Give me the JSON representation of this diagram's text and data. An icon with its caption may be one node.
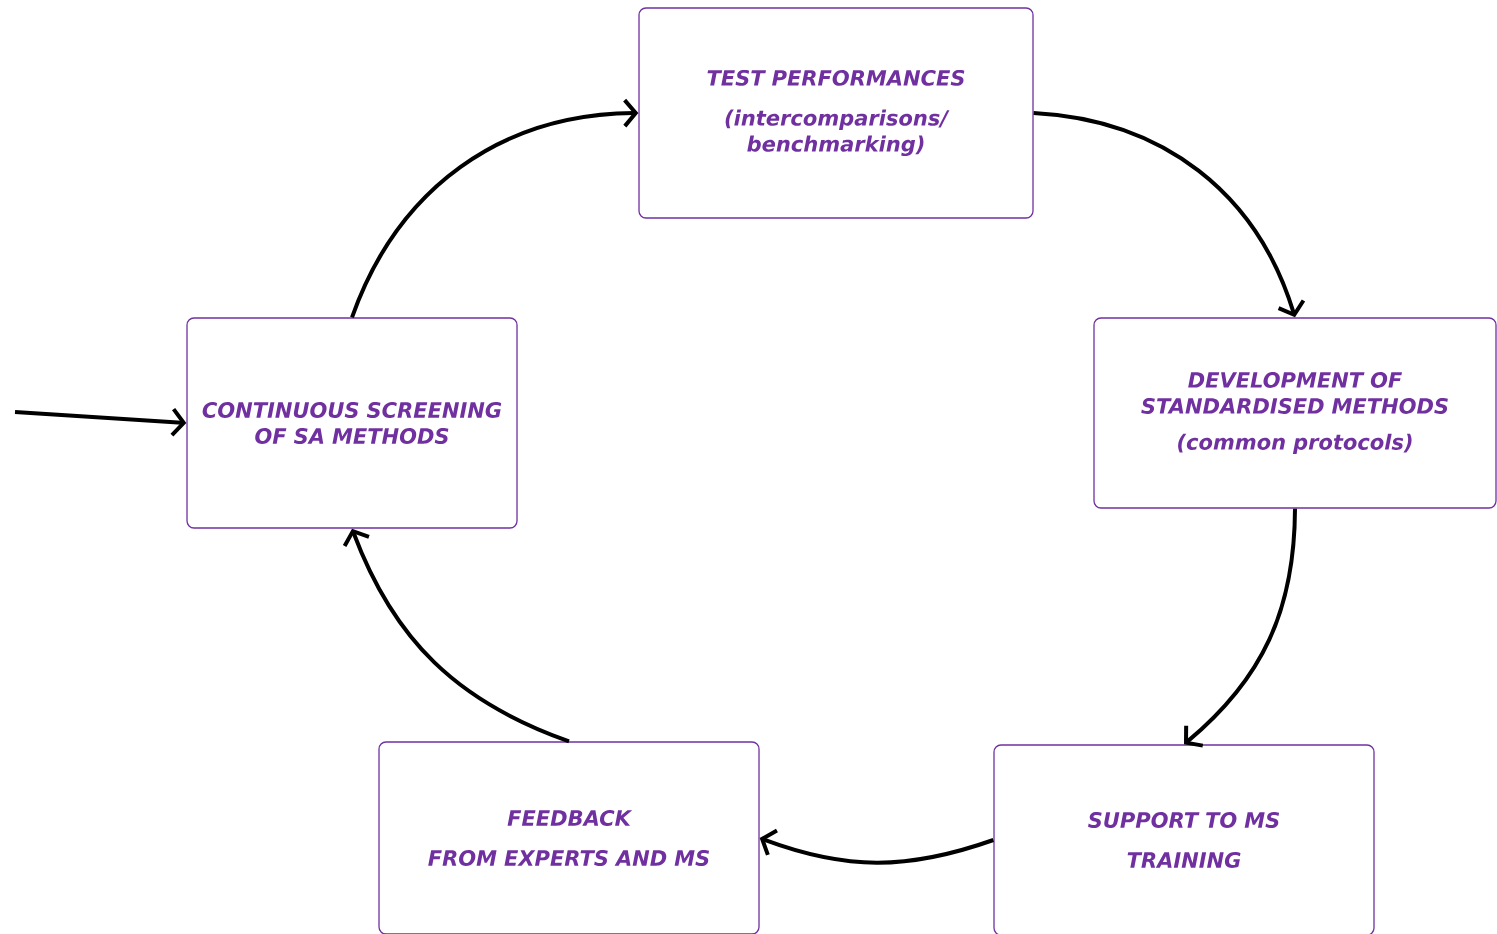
{
  "diagram": {
    "nodes": [
      {
        "text": [
          "TEST PERFORMANCES",
          "(intercomparisons/ benchmarking)"
        ]
      },
      {
        "text": [
          "DEVELOPMENT OF STANDARDISED METHODS",
          "(common protocols)"
        ]
      },
      {
        "text": [
          "SUPPORT TO MS",
          "TRAINING"
        ]
      },
      {
        "text": [
          "FEEDBACK",
          "FROM EXPERTS AND MS"
        ]
      },
      {
        "text": [
          "CONTINUOUS SCREENING OF SA METHODS"
        ]
      }
    ],
    "edges": [
      {
        "from": 4,
        "to": 0,
        "arrow": "to"
      },
      {
        "from": 0,
        "to": 1,
        "arrow": "to"
      },
      {
        "from": 1,
        "to": 2,
        "arrow": "to"
      },
      {
        "from": 2,
        "to": 3,
        "arrow": "to"
      },
      {
        "from": 3,
        "to": 4,
        "arrow": "to"
      },
      {
        "from": null,
        "to": 4,
        "arrow": "to"
      }
    ]
  }
}
